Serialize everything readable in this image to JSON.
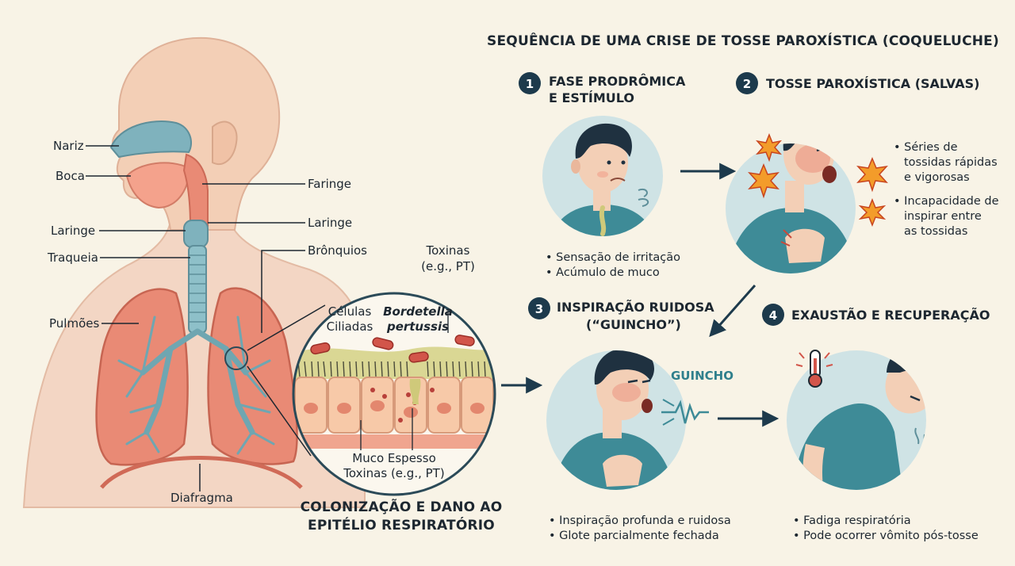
{
  "title": "SEQUÊNCIA DE UMA CRISE DE TOSSE PAROXÍSTICA (COQUELUCHE)",
  "anatomy": {
    "nose": "Nariz",
    "mouth": "Boca",
    "larynx_left": "Laringe",
    "trachea": "Traqueia",
    "lungs": "Pulmões",
    "pharynx": "Faringe",
    "larynx_right": "Laringe",
    "bronchi": "Brônquios",
    "diaphragm": "Diafragma"
  },
  "zoom": {
    "toxins_top_1": "Toxinas",
    "toxins_top_2": "(e.g., PT)",
    "cells_1": "Células",
    "cells_2": "Ciliadas",
    "bacteria_1": "Bordetella",
    "bacteria_2": "pertussis",
    "mucus": "Muco Espesso",
    "toxins_bottom": "Toxinas (e.g., PT)",
    "caption_1": "COLONIZAÇÃO E DANO AO",
    "caption_2": "EPITÉLIO RESPIRATÓRIO"
  },
  "steps": [
    {
      "number": "1",
      "title_1": "FASE PRODRÔMICA",
      "title_2": "E ESTÍMULO",
      "bullets": [
        "• Sensação de irritação",
        "• Acúmulo de muco"
      ]
    },
    {
      "number": "2",
      "title_1": "TOSSE PAROXÍSTICA (SALVAS)",
      "title_2": "",
      "bullets": [
        "• Séries de",
        "tossidas rápidas",
        "e vigorosas",
        "• Incapacidade de",
        "inspirar entre",
        "as tossidas"
      ]
    },
    {
      "number": "3",
      "title_1": "INSPIRAÇÃO RUIDOSA",
      "title_2": "(“GUINCHO”)",
      "bullets": [
        "• Inspiração profunda e ruidosa",
        "• Glote parcialmente fechada"
      ]
    },
    {
      "number": "4",
      "title_1": "EXAUSTÃO E RECUPERAÇÃO",
      "title_2": "",
      "bullets": [
        "• Fadiga respiratória",
        "• Pode ocorrer vômito pós-tosse"
      ]
    }
  ],
  "whoop_label": "GUINCHO",
  "colors": {
    "background": "#f8f3e6",
    "skin": "#f3cfb6",
    "airway": "#7fb2bd",
    "lung": "#e98a75",
    "circle": "#cfe3e5",
    "shirt": "#3e8b97",
    "hair": "#1f3140",
    "badge": "#1d3a4c",
    "arrow": "#1d3a4c",
    "burst": "#f39c2a"
  }
}
